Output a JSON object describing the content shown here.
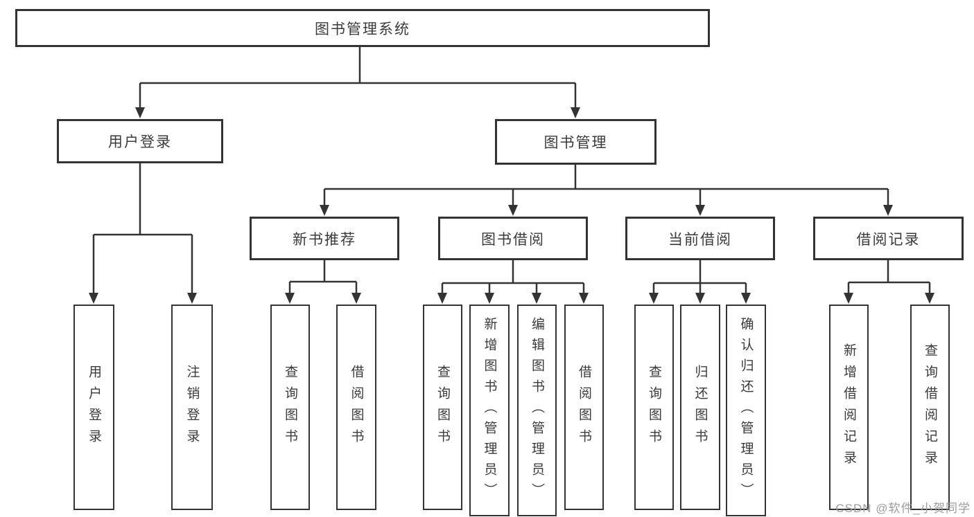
{
  "diagram": {
    "type": "hierarchy-tree",
    "colors": {
      "line": "#333333",
      "box_border": "#333333",
      "text": "#3a3a3a",
      "watermark": "#9c9c9c",
      "background": "#ffffff"
    }
  },
  "nodes": {
    "root": "图书管理系统",
    "level2": [
      "用户登录",
      "图书管理"
    ],
    "level3": [
      "新书推荐",
      "图书借阅",
      "当前借阅",
      "借阅记录"
    ],
    "leaves": {
      "user_login": [
        "用户登录",
        "注销登录"
      ],
      "new_book": [
        "查询图书",
        "借阅图书"
      ],
      "book_borrow": [
        "查询图书",
        "新增图书（管理员）",
        "编辑图书（管理员）",
        "借阅图书"
      ],
      "current_borrow": [
        "查询图书",
        "归还图书",
        "确认归还（管理员）"
      ],
      "borrow_record": [
        "新增借阅记录",
        "查询借阅记录"
      ]
    }
  },
  "watermark": "CSDN @软件_小贺同学"
}
